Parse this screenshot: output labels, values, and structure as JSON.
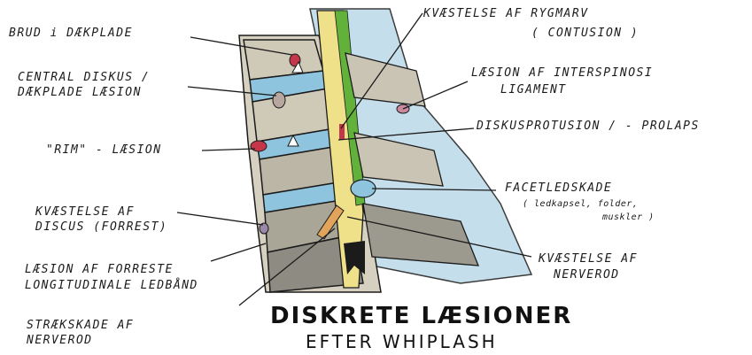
{
  "title": "DISKRETE LÆSIONER",
  "subtitle": "EFTER WHIPLASH",
  "labels": {
    "brud": "BRUD i DÆKPLADE",
    "central1": "CENTRAL DISKUS /",
    "central2": "DÆKPLADE LÆSION",
    "rim": "\"RIM\" - LÆSION",
    "discus1": "KVÆSTELSE AF",
    "discus2": "DISCUS (FORREST)",
    "forreste1": "LÆSION AF FORRESTE",
    "forreste2": "LONGITUDINALE LEDBÅND",
    "straek1": "STRÆKSKADE AF",
    "straek2": "NERVEROD",
    "rygmarv1": "KVÆSTELSE AF RYGMARV",
    "rygmarv2": "( CONTUSION )",
    "interspinosi1": "LÆSION AF INTERSPINOSI",
    "interspinosi2": "LIGAMENT",
    "protusion": "DISKUSPROTUSION / - PROLAPS",
    "facet1": "FACETLEDSKADE",
    "facet2": "( ledkapsel, folder,",
    "facet3": "muskler )",
    "nerverod1": "KVÆSTELSE AF",
    "nerverod2": "NERVEROD"
  },
  "colors": {
    "disc_blue": "#8ec4dd",
    "bone": "#c9c4b4",
    "dark_bone": "#9c9a8f",
    "cord_yellow": "#efe08a",
    "cord_green": "#62b13a",
    "lesion_red": "#c4374a",
    "nerve_orange": "#e2a35b",
    "ink": "#1b1b1b"
  }
}
